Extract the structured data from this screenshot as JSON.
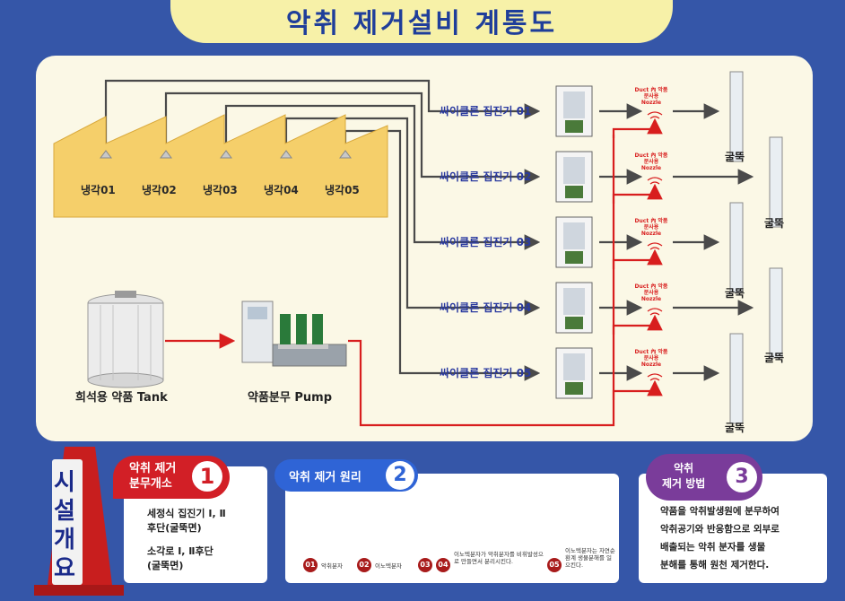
{
  "title": "악취 제거설비 계통도",
  "coolers": [
    "냉각01",
    "냉각02",
    "냉각03",
    "냉각04",
    "냉각05"
  ],
  "cyclones": [
    "싸이클론 집진기 01",
    "싸이클론 집진기 02",
    "싸이클론 집진기 03",
    "싸이클론 집진기 04",
    "싸이클론 집진기 05"
  ],
  "nozzle_label": "Duct 內 악품분사용 Nozzle",
  "chimney_label": "굴뚝",
  "tank_label": "희석용 약품 Tank",
  "pump_label": "약품분무 Pump",
  "sign_text": "시설개요",
  "section1": {
    "title_l1": "악취 제거",
    "title_l2": "분무개소",
    "number": "1",
    "lines": [
      "세정식 집진기 Ⅰ, Ⅱ",
      "후단(굴뚝면)",
      "",
      "소각로 Ⅰ, Ⅱ후단",
      "(굴뚝면)"
    ]
  },
  "section2": {
    "title": "악취 제거 원리",
    "number": "2",
    "steps": [
      {
        "num": "01",
        "label": "악취분자"
      },
      {
        "num": "02",
        "label": "이노텍분자"
      },
      {
        "num": "03",
        "label": ""
      },
      {
        "num": "04",
        "label": "이노텍분자가 악취분자를 비휘발성으로 만들면서 분리시킨다."
      },
      {
        "num": "05",
        "label": "이노텍분자는 자연순환계 생물분해를 일으킨다."
      }
    ]
  },
  "section3": {
    "title_l1": "악취",
    "title_l2": "제거 방법",
    "number": "3",
    "lines": [
      "약품을 악취발생원에 분무하여",
      "악취공기와 반응함으로 외부로",
      "배출되는 악취 분자를 생물",
      "분해를 통해 원천 제거한다."
    ]
  },
  "colors": {
    "background": "#3556a8",
    "panel": "#fbf8e6",
    "title_tab": "#f7f1a8",
    "building": "#f5cf6a",
    "pipe_gray": "#4a4a4a",
    "pipe_red": "#d81e1e",
    "accent_red": "#d21f26",
    "accent_blue": "#2f64d6",
    "accent_purple": "#7a3c9a"
  }
}
